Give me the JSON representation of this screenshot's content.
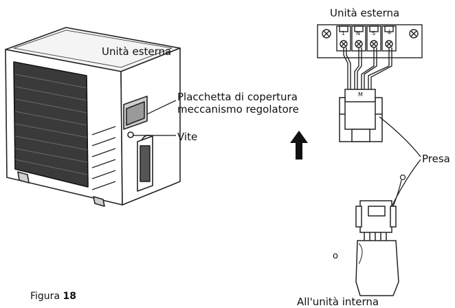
{
  "labels": {
    "outdoor_unit_left": "Unità esterna",
    "outdoor_unit_right": "Unità esterna",
    "cover_plate_line1": "Placchetta di copertura",
    "cover_plate_line2": "meccanismo regolatore",
    "screw": "Vite",
    "socket": "Presa",
    "to_indoor_unit": "All'unità interna",
    "terminal_marks": [
      "1",
      "N",
      "S",
      "⏚"
    ],
    "connector_mark": "M",
    "small_mark": "o"
  },
  "caption": {
    "word": "Figura",
    "number": "18"
  },
  "icons": [
    "up-arrow-icon",
    "screw-icon"
  ]
}
